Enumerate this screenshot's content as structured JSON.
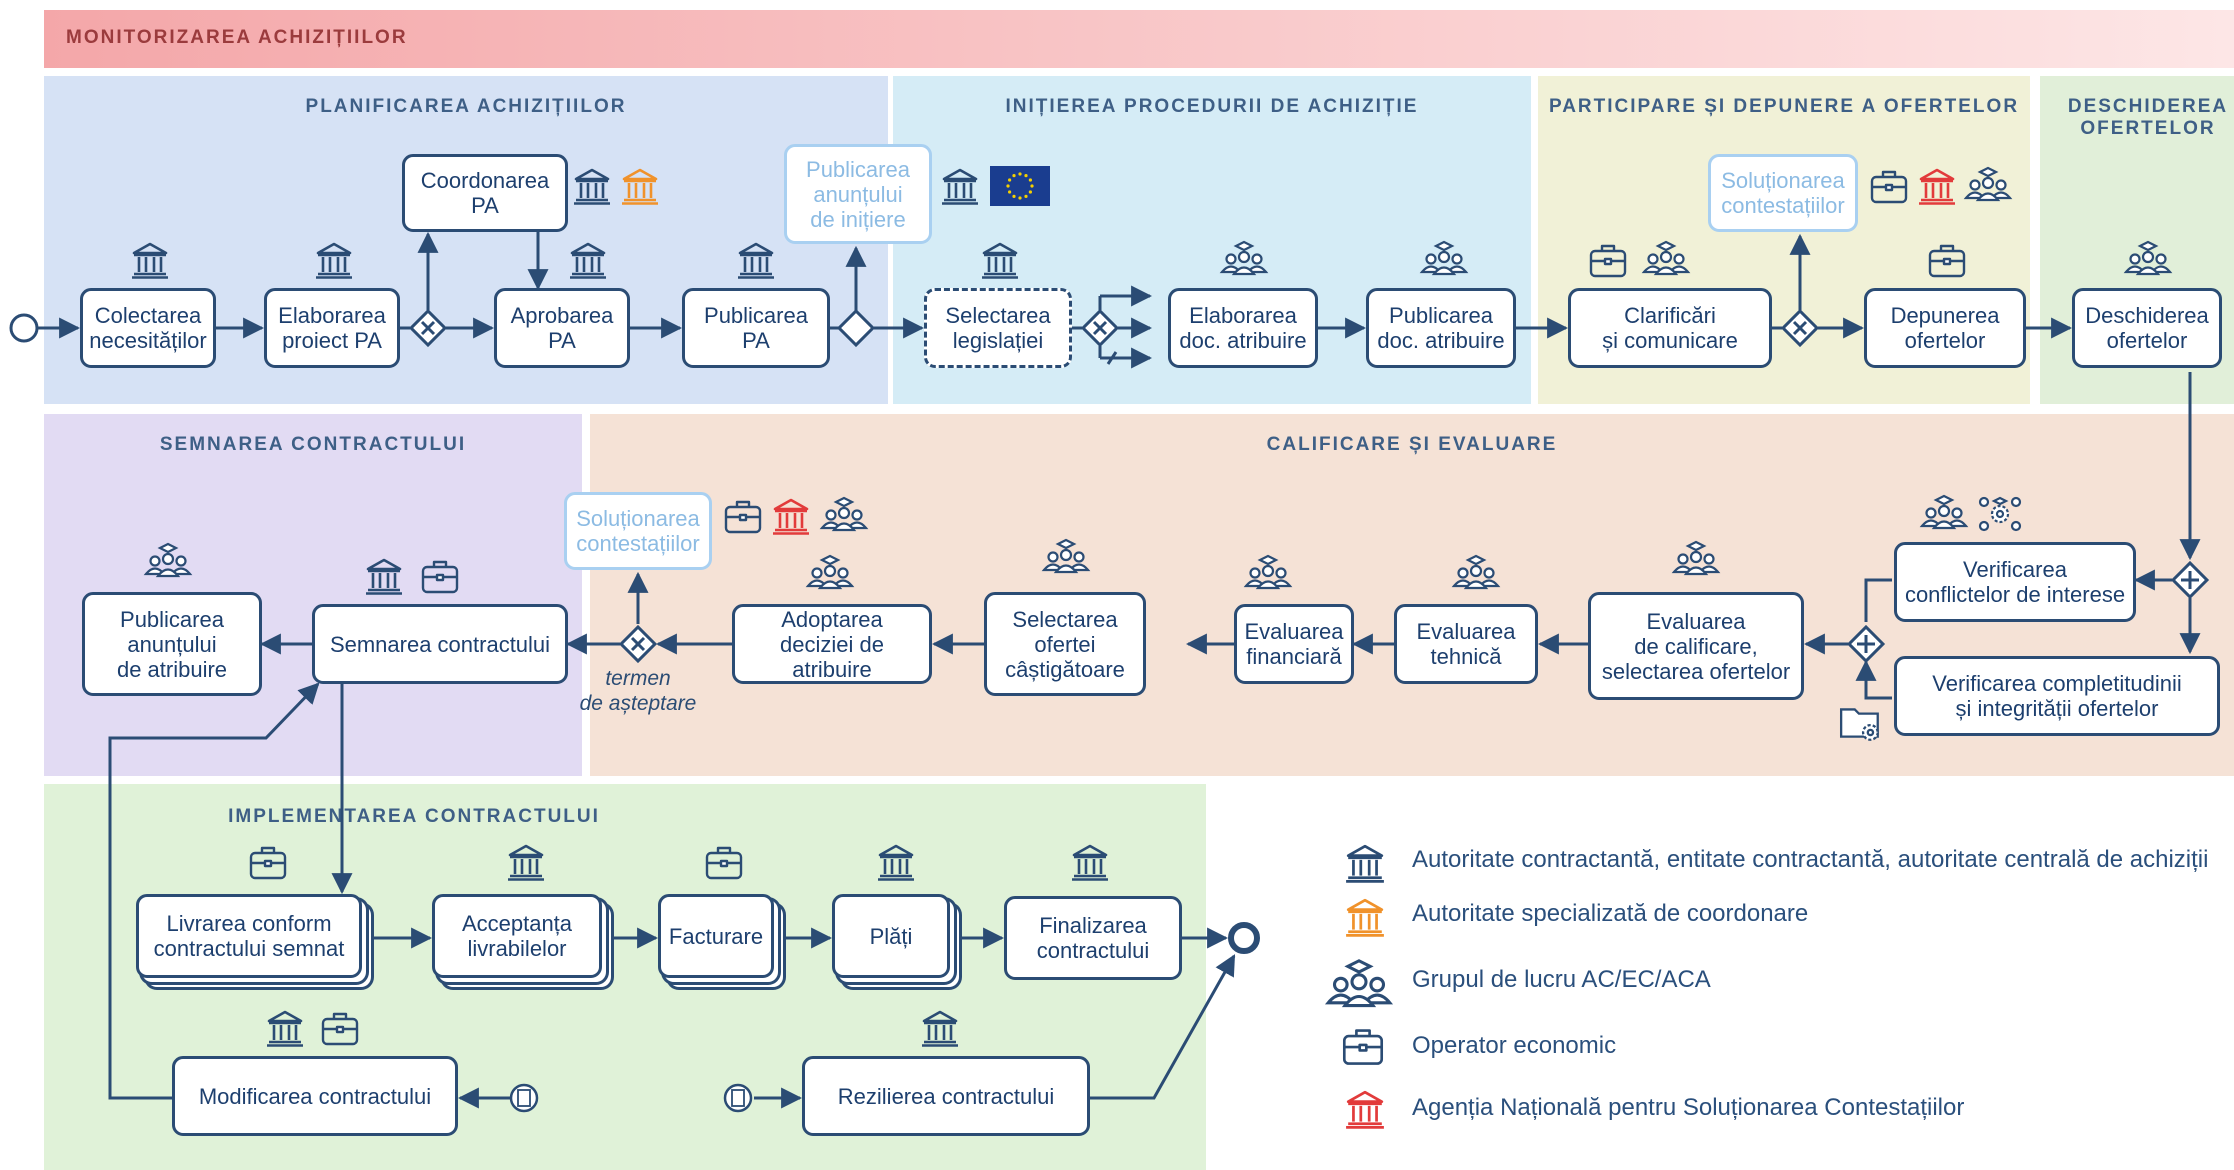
{
  "banner": {
    "title": "MONITORIZAREA ACHIZIȚIILOR"
  },
  "lanes": {
    "planificarea": "PLANIFICAREA ACHIZIȚIILOR",
    "initierea": "INIȚIEREA PROCEDURII DE ACHIZIȚIE",
    "participare": "PARTICIPARE ȘI DEPUNERE A OFERTELOR",
    "deschiderea": "DESCHIDEREA OFERTELOR",
    "semnarea": "SEMNAREA CONTRACTULUI",
    "calificare": "CALIFICARE ȘI EVALUARE",
    "implementarea": "IMPLEMENTAREA CONTRACTULUI"
  },
  "tasks": {
    "colectarea": "Colectarea\nnecesităților",
    "elaborarea_proiect": "Elaborarea\nproiect PA",
    "coordonarea_pa": "Coordonarea\nPA",
    "aprobarea_pa": "Aprobarea\nPA",
    "publicarea_pa": "Publicarea\nPA",
    "publicarea_anuntului_initiere": "Publicarea\nanunțului\nde inițiere",
    "selectarea_legislatiei": "Selectarea\nlegislației",
    "elaborarea_doc": "Elaborarea\ndoc. atribuire",
    "publicarea_doc": "Publicarea\ndoc. atribuire",
    "clarificari": "Clarificări\nși comunicare",
    "solutionarea_1": "Soluționarea\ncontestațiilor",
    "depunerea": "Depunerea\nofertelor",
    "deschiderea": "Deschiderea\nofertelor",
    "verificarea_conflictelor": "Verificarea\nconflictelor de interese",
    "verificarea_completitudinii": "Verificarea completitudinii\nși integrității ofertelor",
    "evaluarea_calificare": "Evaluarea\nde calificare,\nselectarea ofertelor",
    "evaluarea_tehnica": "Evaluarea\ntehnică",
    "evaluarea_financiara": "Evaluarea\nfinanciară",
    "selectarea_ofertei": "Selectarea\nofertei\ncâștigătoare",
    "adoptarea_deciziei": "Adoptarea\ndeciziei de atribuire",
    "solutionarea_2": "Soluționarea\ncontestațiilor",
    "semnarea_contractului": "Semnarea contractului",
    "publicarea_anuntului_atribuire": "Publicarea\nanunțului\nde atribuire",
    "livrarea": "Livrarea conform\ncontractului semnat",
    "acceptanta": "Acceptanța\nlivrabilelor",
    "facturare": "Facturare",
    "plati": "Plăți",
    "finalizarea": "Finalizarea\ncontractului",
    "modificarea": "Modificarea contractului",
    "rezilierea": "Rezilierea contractului"
  },
  "notes": {
    "termen": "termen\nde așteptare"
  },
  "legend": [
    {
      "icon": "bank-icon",
      "color": "#2b4c74",
      "label": "Autoritate contractantă, entitate contractantă, autoritate centrală de achiziții"
    },
    {
      "icon": "bank-icon",
      "color": "#f0922b",
      "label": "Autoritate specializată de coordonare"
    },
    {
      "icon": "group-icon",
      "color": "#2b4c74",
      "label": "Grupul de lucru AC/EC/ACA"
    },
    {
      "icon": "briefcase-icon",
      "color": "#2b4c74",
      "label": "Operator economic"
    },
    {
      "icon": "bank-icon",
      "color": "#e23b3b",
      "label": "Agenția Națională pentru Soluționarea Contestațiilor"
    }
  ],
  "colors": {
    "banner": "#f7b9ba",
    "planificarea": "#d6e2f5",
    "initierea": "#d5ecf6",
    "participare": "#f1f1d7",
    "deschiderea": "#e1efd9",
    "semnarea": "#e2dbf3",
    "calificare": "#f5e2d6",
    "implementarea": "#e0f2d8",
    "line": "#2b4c74",
    "bank_red": "#e23b3b",
    "bank_orange": "#f0922b",
    "eu_flag": "#1a3d8f"
  }
}
